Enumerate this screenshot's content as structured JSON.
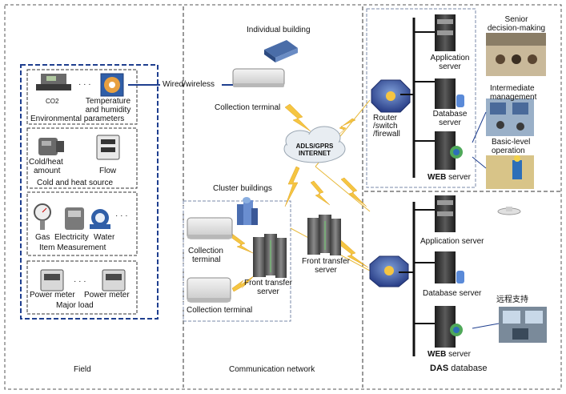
{
  "sections": {
    "field": "Field",
    "communication": "Communication network"
  },
  "field": {
    "environmental": {
      "co2": "CO2",
      "temp_line1": "Temperature",
      "temp_line2": "and humidity",
      "ellipsis": "· · ·",
      "title": "Environmental parameters"
    },
    "cold_heat": {
      "amount_line1": "Cold/heat",
      "amount_line2": "amount",
      "flow": "Flow",
      "title": "Cold and heat source"
    },
    "item": {
      "gas": "Gas",
      "electricity": "Electricity",
      "water": "Water",
      "ellipsis": "· · ·",
      "title": "Item Measurement"
    },
    "major": {
      "meter1": "Power meter",
      "meter2": "Power meter",
      "ellipsis": "· · ·",
      "title": "Major load"
    }
  },
  "comm": {
    "wired_wireless": "Wired/wireless",
    "individual_building": "Individual building",
    "collection_terminal_top": "Collection terminal",
    "cloud_line1": "ADLS/GPRS",
    "cloud_line2": "INTERNET",
    "cluster_buildings": "Cluster buildings",
    "collection_terminal_1_line1": "Collection",
    "collection_terminal_1_line2": "terminal",
    "collection_terminal_2": "Collection terminal",
    "front_transfer_cluster_line1": "Front transfer",
    "front_transfer_cluster_line2": "server",
    "front_transfer_mid_line1": "Front transfer",
    "front_transfer_mid_line2": "server"
  },
  "top_right": {
    "router_line1": "Router",
    "router_line2": "/switch",
    "router_line3": "/firewall",
    "application_line1": "Application",
    "application_line2": "server",
    "database_line1": "Database",
    "database_line2": "server",
    "web_bold": "WEB",
    "web_rest": " server",
    "senior_line1": "Senior",
    "senior_line2": "decision-making",
    "intermediate_line1": "Intermediate",
    "intermediate_line2": "management",
    "basic_line1": "Basic-level",
    "basic_line2": "operation"
  },
  "bottom_right": {
    "application": "Application server",
    "database": "Database server",
    "remote_support": "远程支持",
    "web_bold": "WEB",
    "web_rest": " server",
    "das_bold": "DAS",
    "das_rest": " database"
  },
  "colors": {
    "frame": "#555555",
    "blue_dash": "#1f3f8f",
    "bolt": "#f5c542",
    "server_dark": "#2e2e2e",
    "cloud": "#e8edf2"
  }
}
